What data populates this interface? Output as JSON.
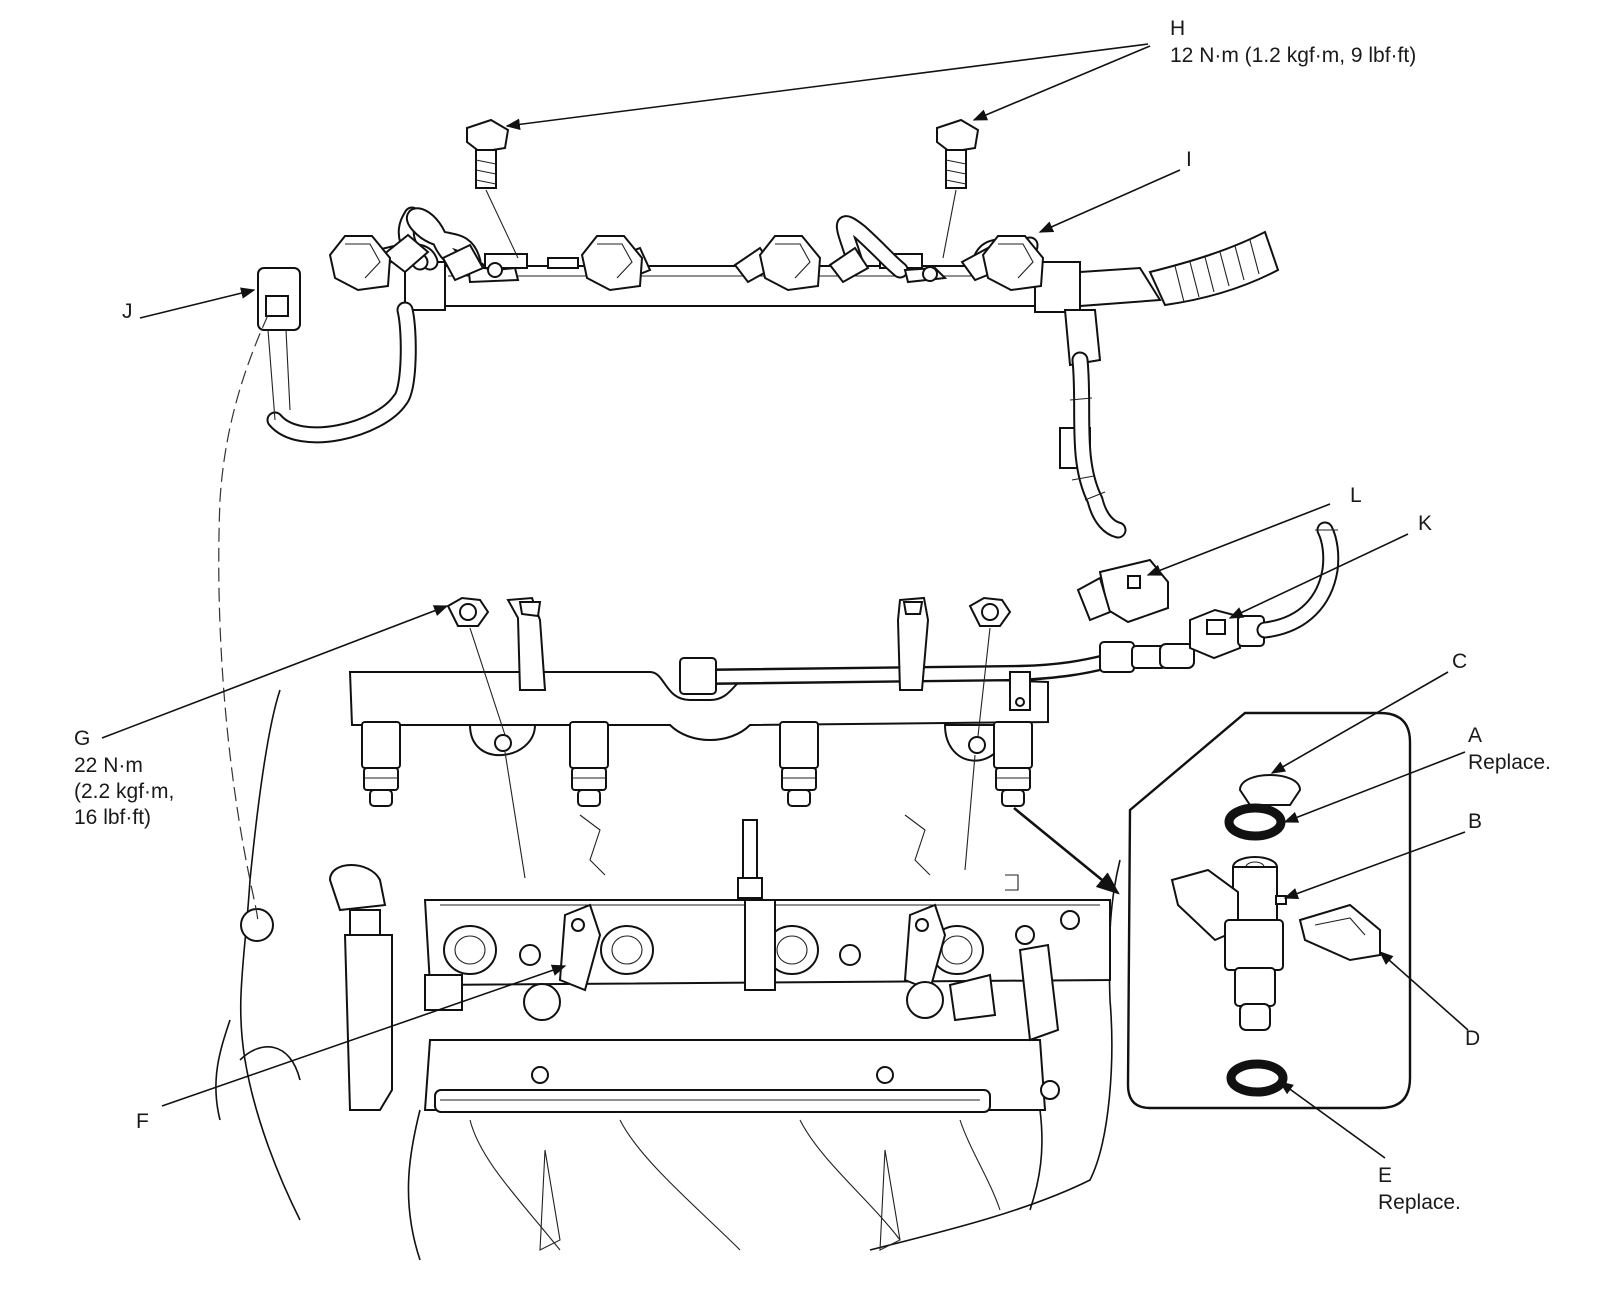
{
  "callouts": {
    "A": {
      "letter": "A",
      "note": "Replace."
    },
    "B": {
      "letter": "B"
    },
    "C": {
      "letter": "C"
    },
    "D": {
      "letter": "D"
    },
    "E": {
      "letter": "E",
      "note": "Replace."
    },
    "F": {
      "letter": "F"
    },
    "G": {
      "letter": "G",
      "torque": [
        "22 N·m",
        "(2.2 kgf·m,",
        "16 lbf·ft)"
      ]
    },
    "H": {
      "letter": "H",
      "torque": "12 N·m (1.2 kgf·m, 9 lbf·ft)"
    },
    "I": {
      "letter": "I"
    },
    "J": {
      "letter": "J"
    },
    "K": {
      "letter": "K"
    },
    "L": {
      "letter": "L"
    }
  }
}
